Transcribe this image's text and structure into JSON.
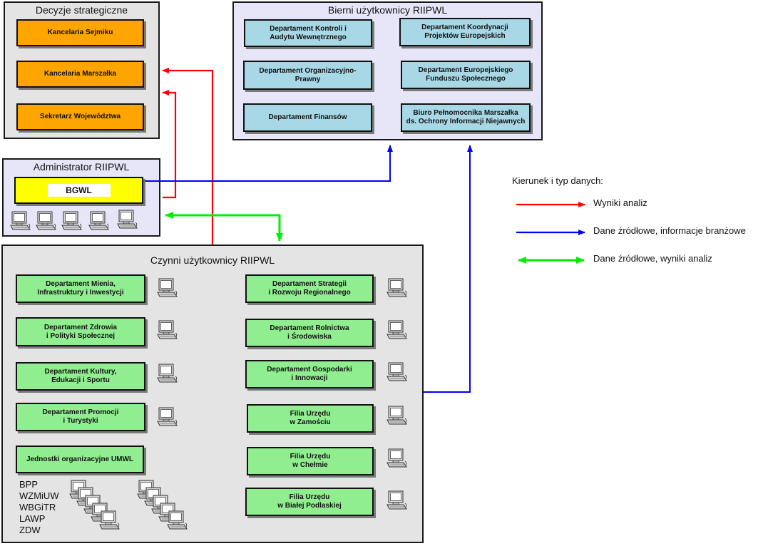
{
  "strategic": {
    "title": "Decyzje strategiczne",
    "items": [
      "Kancelaria Sejmiku",
      "Kancelaria Marszałka",
      "Sekretarz Województwa"
    ]
  },
  "passive": {
    "title": "Bierni użytkownicy RIIPWL",
    "items": [
      "Departament Kontroli i\nAudytu Wewnętrznego",
      "Departament Koordynacji\nProjektów Europejskich",
      "Departament Organizacyjno-\nPrawny",
      "Departament Europejskiego\nFunduszu Społecznego",
      "Departament Finansów",
      "Biuro Pełnomocnika Marszałka\nds. Ochrony Informacji Niejawnych"
    ]
  },
  "admin": {
    "title": "Administrator RIIPWL",
    "bgwl": "BGWL"
  },
  "active": {
    "title": "Czynni użytkownicy RIIPWL",
    "left_items": [
      "Departament Mienia,\nInfrastruktury i Inwestycji",
      "Departament Zdrowia\ni Polityki Społecznej",
      "Departament Kultury,\nEdukacji i Sportu",
      "Departament Promocji\ni Turystyki",
      "Jednostki organizacyjne UMWL"
    ],
    "right_items": [
      "Departament Strategii\ni Rozwoju Regionalnego",
      "Departament Rolnictwa\ni Środowiska",
      "Departament Gospodarki\ni Innowacji",
      "Filia Urzędu\nw Zamościu",
      "Filia Urzędu\nw Chełmie",
      "Filia Urzędu\nw Białej Podlaskiej"
    ],
    "units": [
      "BPP",
      "WZMiUW",
      "WBGiTR",
      "LAWP",
      "ZDW"
    ]
  },
  "legend": {
    "title": "Kierunek i typ danych:",
    "items": [
      {
        "label": "Wyniki analiz",
        "color": "#ff0000"
      },
      {
        "label": "Dane źródłowe, informacje branżowe",
        "color": "#0000ff"
      },
      {
        "label": "Dane źródłowe, wyniki analiz",
        "color": "#00ee00"
      }
    ]
  },
  "icons": {
    "computer": "computer-icon"
  }
}
